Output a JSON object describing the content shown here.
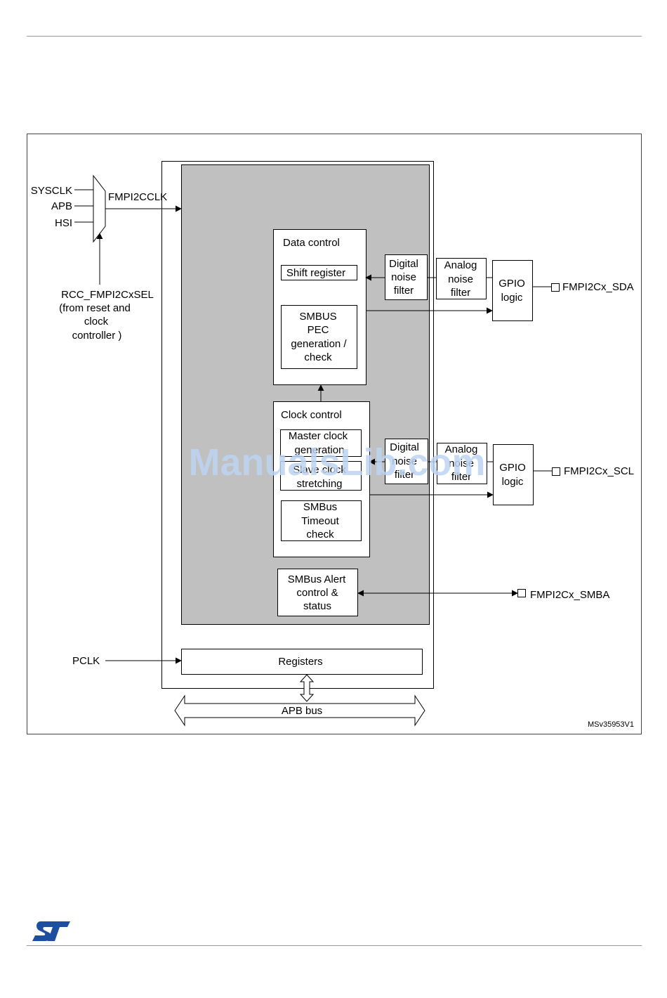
{
  "diagram": {
    "labels": {
      "sysclk": "SYSCLK",
      "apb": "APB",
      "hsi": "HSI",
      "fmpi2cclk": "FMPI2CCLK",
      "sel_line1": "RCC_FMPI2CxSEL",
      "sel_line2": "(from reset and",
      "sel_line3": "clock",
      "sel_line4": "controller )",
      "pclk": "PCLK",
      "sda": "FMPI2Cx_SDA",
      "scl": "FMPI2Cx_SCL",
      "smba": "FMPI2Cx_SMBA",
      "figure_id": "MSv35953V1"
    },
    "blocks": {
      "data_control": "Data control",
      "shift_register": "Shift register",
      "smbus_pec_1": "SMBUS",
      "smbus_pec_2": "PEC",
      "smbus_pec_3": "generation /",
      "smbus_pec_4": "check",
      "clock_control": "Clock control",
      "master_clock_1": "Master clock",
      "master_clock_2": "generation",
      "slave_clock_1": "Slave clock",
      "slave_clock_2": "stretching",
      "smbus_timeout_1": "SMBus",
      "smbus_timeout_2": "Timeout",
      "smbus_timeout_3": "check",
      "smbus_alert_1": "SMBus Alert",
      "smbus_alert_2": "control  &",
      "smbus_alert_3": "status",
      "registers": "Registers",
      "apb_bus": "APB bus",
      "digital_1": "Digital",
      "digital_2": "noise",
      "digital_3": "filter",
      "analog_1": "Analog",
      "analog_2": "noise",
      "analog_3": "filter",
      "gpio_1": "GPIO",
      "gpio_2": "logic"
    },
    "watermark": "ManualsLib.com"
  },
  "colors": {
    "core_fill": "#c0c0c0",
    "logo": "#1d4fa0",
    "watermark": "#bcd4f2"
  },
  "icons": {
    "logo": "st-logo"
  }
}
